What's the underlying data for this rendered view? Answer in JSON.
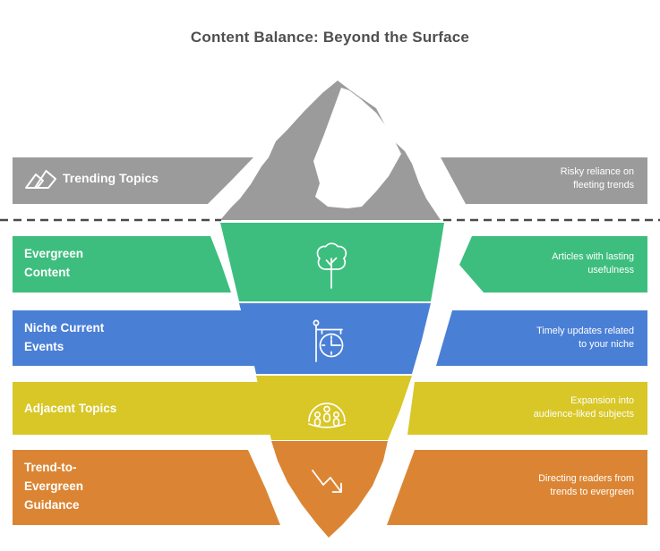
{
  "title": "Content Balance: Beyond the Surface",
  "colors": {
    "gray": "#9b9b9b",
    "green": "#3dbe7e",
    "blue": "#4a7fd6",
    "yellow": "#d8c727",
    "orange": "#db8534",
    "title_text": "#4f4f4f",
    "label_text": "#ffffff",
    "water_line": "#4a4a4a",
    "background": "#ffffff"
  },
  "layers": [
    {
      "id": "trending",
      "label": "Trending Topics",
      "description": "Risky reliance on\nfleeting trends",
      "color": "#9b9b9b",
      "icon": "mountain-peaks-icon"
    },
    {
      "id": "evergreen",
      "label": "Evergreen\nContent",
      "description": "Articles with lasting\nusefulness",
      "color": "#3dbe7e",
      "icon": "tree-icon"
    },
    {
      "id": "niche",
      "label": "Niche Current\nEvents",
      "description": "Timely updates related\nto your niche",
      "color": "#4a7fd6",
      "icon": "hanging-clock-icon"
    },
    {
      "id": "adjacent",
      "label": "Adjacent Topics",
      "description": "Expansion into\naudience-liked subjects",
      "color": "#d8c727",
      "icon": "audience-icon"
    },
    {
      "id": "guidance",
      "label": "Trend-to-\nEvergreen\nGuidance",
      "description": "Directing readers from\ntrends to evergreen",
      "color": "#db8534",
      "icon": "declining-arrow-icon"
    }
  ]
}
